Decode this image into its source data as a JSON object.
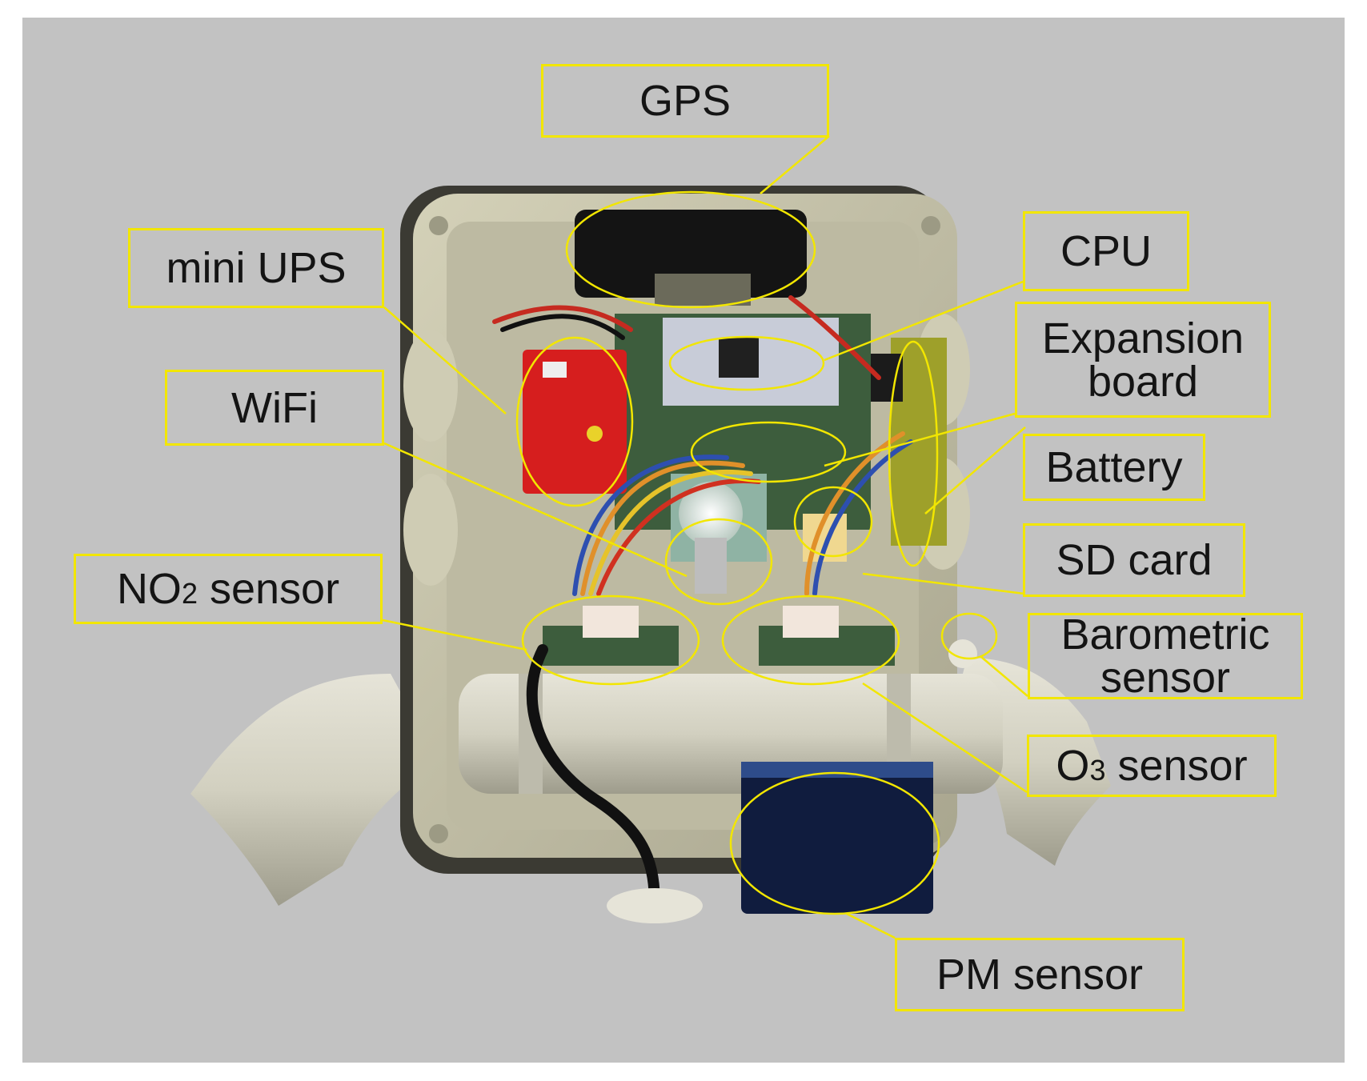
{
  "colors": {
    "background": "#c2c2c2",
    "annotation": "#f2e600",
    "enclosure": "#c9c6ad",
    "pipe": "#d4d2c2"
  },
  "labels": {
    "gps": "GPS",
    "mini_ups": "mini UPS",
    "cpu": "CPU",
    "expansion_board_line1": "Expansion",
    "expansion_board_line2": "board",
    "wifi": "WiFi",
    "battery": "Battery",
    "sd_card": "SD card",
    "no2_main": "NO",
    "no2_sub": "2",
    "no2_rest": " sensor",
    "barometric_line1": "Barometric",
    "barometric_line2": "sensor",
    "o3_main": "O",
    "o3_sub": "3",
    "o3_rest": " sensor",
    "pm_sensor": "PM sensor"
  }
}
